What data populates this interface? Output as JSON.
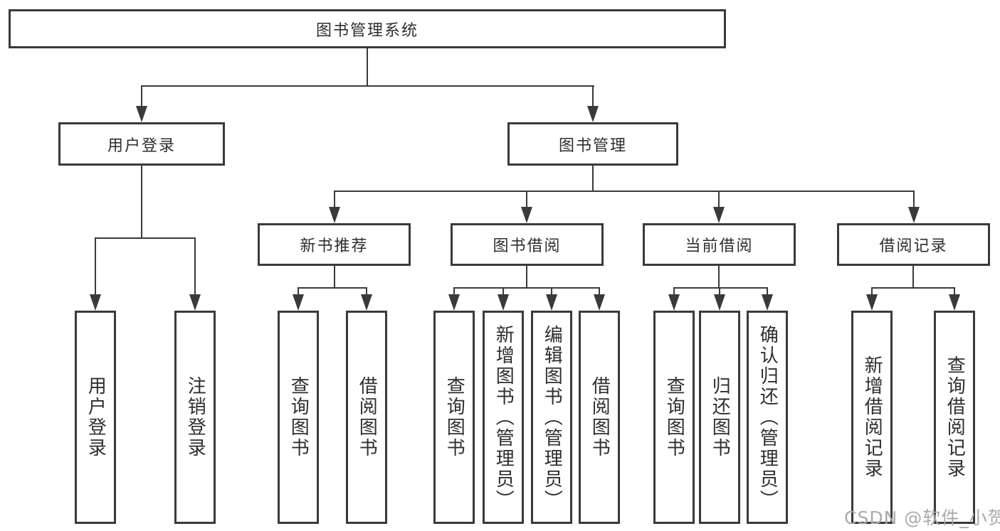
{
  "diagram": {
    "title": "图书管理系统",
    "level2": [
      {
        "label": "用户登录"
      },
      {
        "label": "图书管理"
      }
    ],
    "level3": [
      {
        "label": "新书推荐"
      },
      {
        "label": "图书借阅"
      },
      {
        "label": "当前借阅"
      },
      {
        "label": "借阅记录"
      }
    ],
    "leaves": {
      "user": [
        "用户登录",
        "注销登录"
      ],
      "recommend": [
        "查询图书",
        "借阅图书"
      ],
      "borrow": [
        "查询图书",
        "新增图书（管理员）",
        "编辑图书（管理员）",
        "借阅图书"
      ],
      "current": [
        "查询图书",
        "归还图书",
        "确认归还（管理员）"
      ],
      "records": [
        "新增借阅记录",
        "查询借阅记录"
      ]
    }
  },
  "watermark": {
    "text": "CSDN @软件_小贺同学"
  },
  "colors": {
    "line": "#3a3a3a",
    "text": "#2e2e2e",
    "background": "#ffffff",
    "watermark": "#aaaaaa"
  }
}
